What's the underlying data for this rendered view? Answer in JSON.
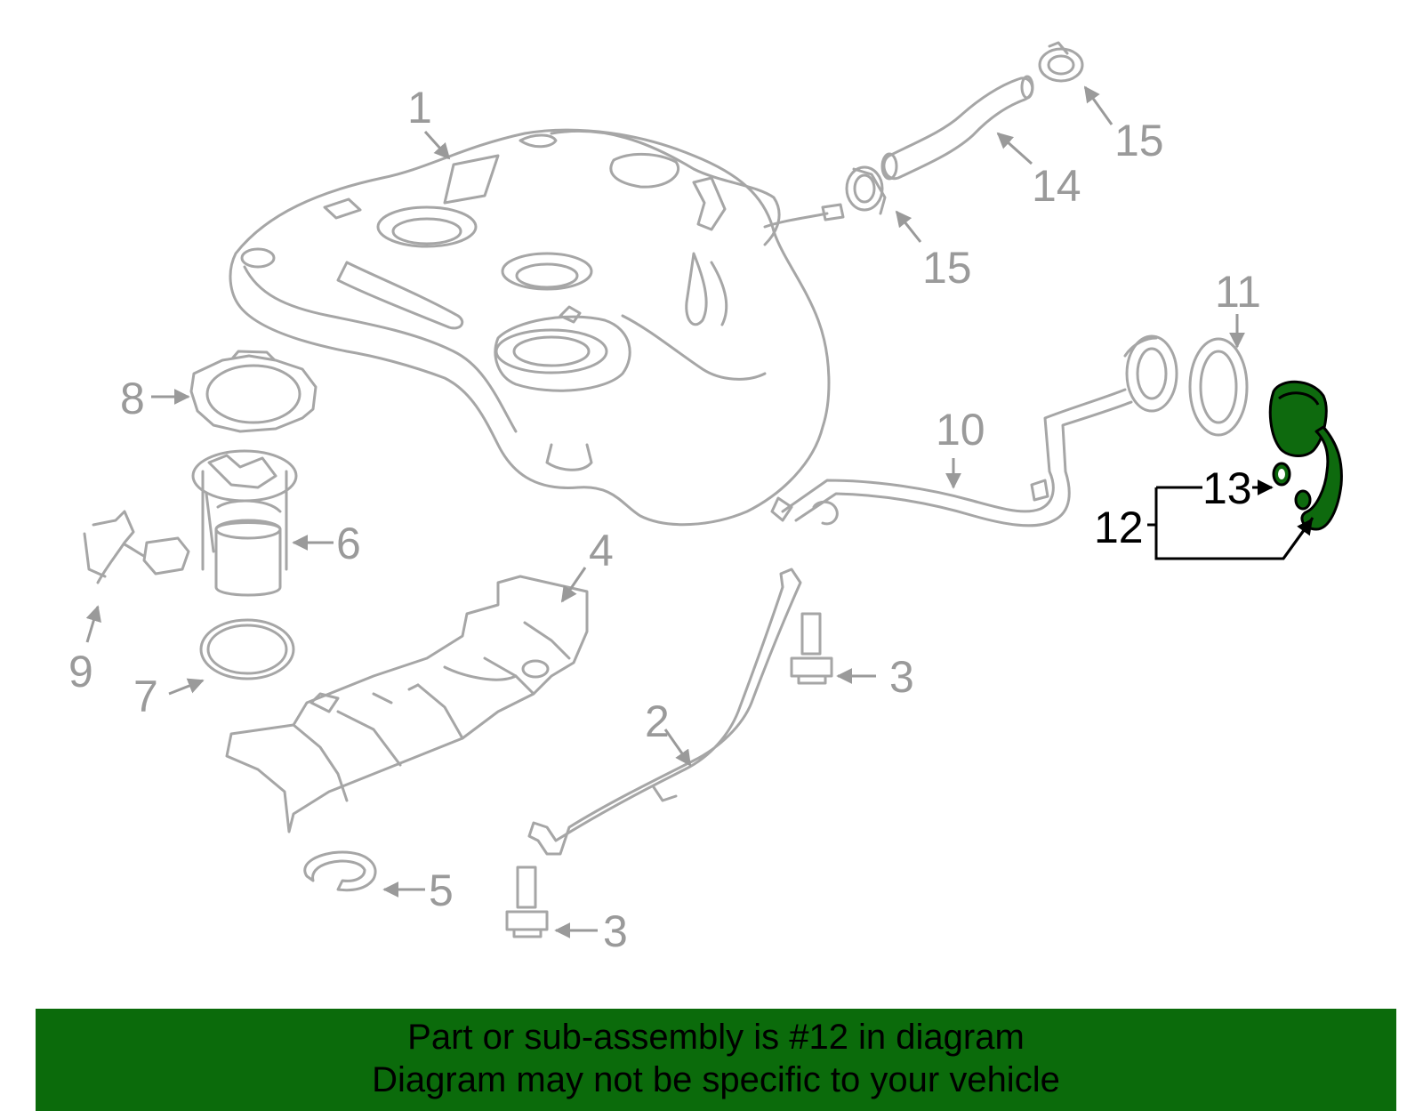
{
  "diagram": {
    "callouts": {
      "c1": "1",
      "c2": "2",
      "c3a": "3",
      "c3b": "3",
      "c4": "4",
      "c5": "5",
      "c6": "6",
      "c7": "7",
      "c8": "8",
      "c9": "9",
      "c10": "10",
      "c11": "11",
      "c12": "12",
      "c13": "13",
      "c14": "14",
      "c15a": "15",
      "c15b": "15"
    },
    "colors": {
      "part_stroke": "#a6a6a6",
      "callout_text": "#9a9a9a",
      "highlight_fill": "#0e6a0e",
      "highlight_stroke": "#000000",
      "banner_bg": "#0b6b0b"
    },
    "highlighted_part": "12"
  },
  "banner": {
    "line1": "Part or sub-assembly is #12 in diagram",
    "line2": "Diagram may not be specific to your vehicle"
  }
}
